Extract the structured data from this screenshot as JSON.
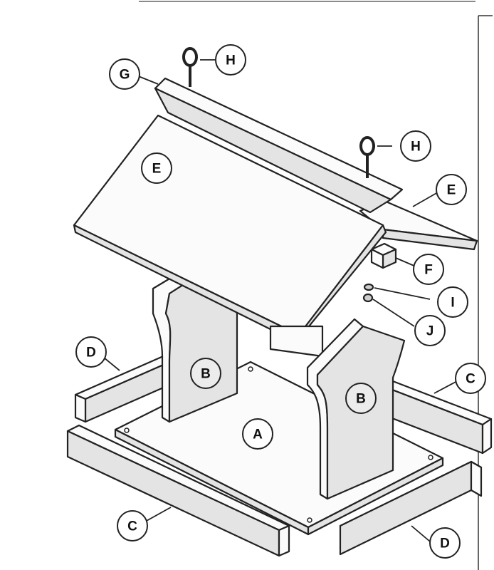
{
  "callouts": {
    "h_top": "H",
    "g": "G",
    "h_right": "H",
    "e_left": "E",
    "e_right": "E",
    "f": "F",
    "i": "I",
    "j": "J",
    "d_left": "D",
    "c_right": "C",
    "b_left": "B",
    "b_right": "B",
    "a": "A",
    "c_bottom": "C",
    "d_bottom": "D"
  }
}
